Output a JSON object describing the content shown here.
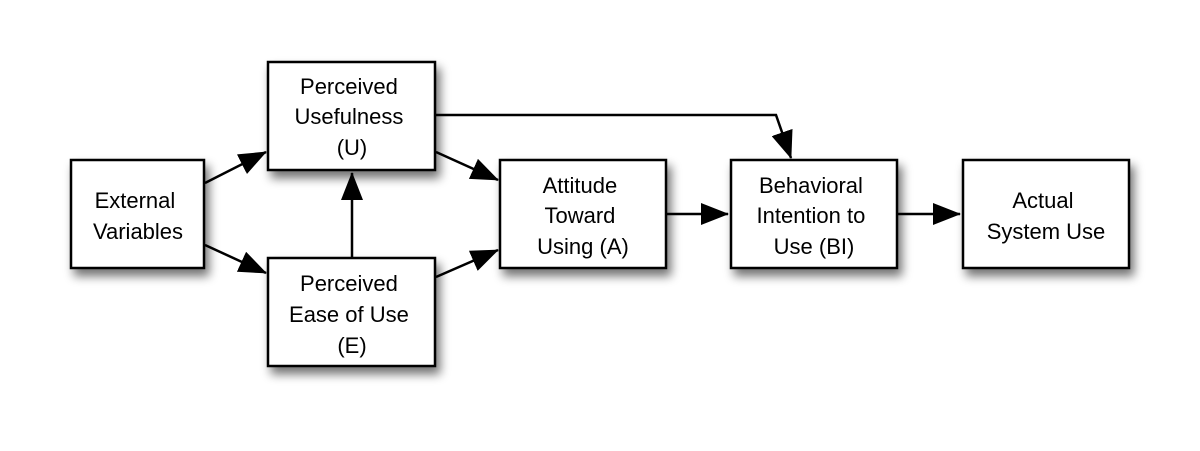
{
  "colors": {
    "box_fill": "#ffffff",
    "stroke": "#000000",
    "text": "#000000",
    "shadow": "#000000"
  },
  "nodes": {
    "external_variables": {
      "lines": [
        "External",
        "Variables"
      ]
    },
    "perceived_usefulness": {
      "lines": [
        "Perceived",
        "Usefulness",
        "(U)"
      ]
    },
    "perceived_ease_of_use": {
      "lines": [
        "Perceived",
        "Ease of Use",
        "(E)"
      ]
    },
    "attitude_toward_using": {
      "lines": [
        "Attitude",
        "Toward",
        "Using (A)"
      ]
    },
    "behavioral_intention": {
      "lines": [
        "Behavioral",
        "Intention to",
        "Use (BI)"
      ]
    },
    "actual_system_use": {
      "lines": [
        "Actual",
        "System Use"
      ]
    }
  }
}
